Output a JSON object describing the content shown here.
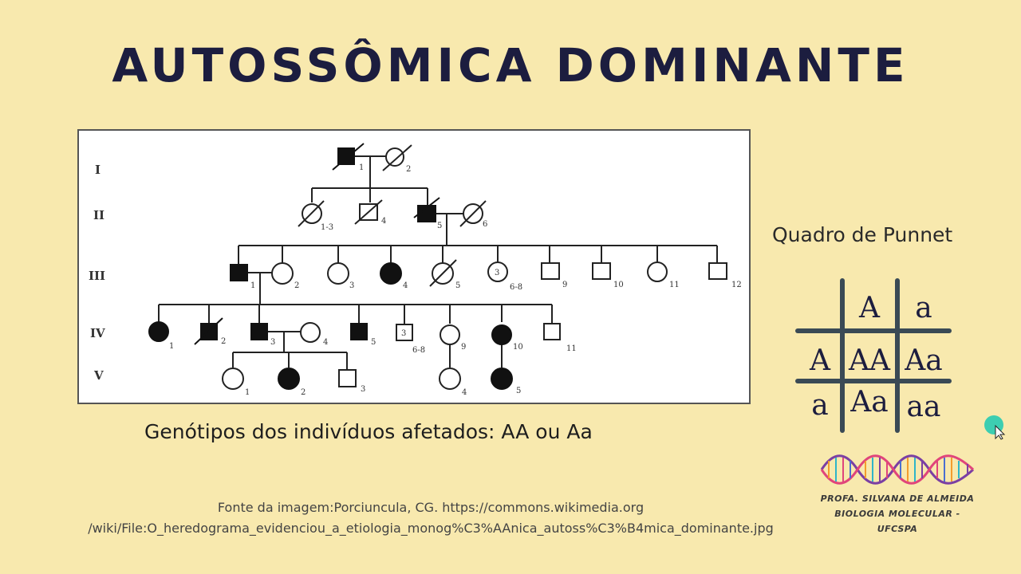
{
  "title": "AUTOSSÔMICA DOMINANTE",
  "pedigree": {
    "generations": [
      "I",
      "II",
      "III",
      "IV",
      "V"
    ],
    "labels": {
      "I1": "1",
      "I2": "2",
      "II1": "1-3",
      "II4": "4",
      "II5": "5",
      "II6": "6",
      "III1": "1",
      "III2": "2",
      "III3": "3",
      "III4": "4",
      "III5": "5",
      "III6_count": "3",
      "III6": "6-8",
      "III9": "9",
      "III10": "10",
      "III11": "11",
      "III12": "12",
      "IV1": "1",
      "IV2": "2",
      "IV3": "3",
      "IV4": "4",
      "IV5": "5",
      "IV6_count": "3",
      "IV6": "6-8",
      "IV9": "9",
      "IV10": "10",
      "IV11": "11",
      "V1": "1",
      "V2": "2",
      "V3": "3",
      "V4": "4",
      "V5": "5"
    }
  },
  "caption": "Genótipos dos indivíduos afetados: AA ou Aa",
  "punnett": {
    "title": "Quadro de Punnet",
    "header": [
      "A",
      "a"
    ],
    "rows": [
      {
        "label": "A",
        "cells": [
          "AA",
          "Aa"
        ]
      },
      {
        "label": "a",
        "cells": [
          "Aa",
          "aa"
        ]
      }
    ]
  },
  "source": {
    "line1": "Fonte da imagem:Porciuncula, CG. https://commons.wikimedia.org",
    "line2": "/wiki/File:O_heredograma_evidenciou_a_etiologia_monog%C3%AAnica_autoss%C3%B4mica_dominante.jpg"
  },
  "logo": {
    "line1": "PROFA. SILVANA DE ALMEIDA",
    "line2": "BIOLOGIA MOLECULAR - UFCSPA"
  },
  "colors": {
    "background": "#f8e9ae",
    "title": "#1c1d3f",
    "grid": "#3a4a55",
    "cursor": "#1cc9b2"
  }
}
